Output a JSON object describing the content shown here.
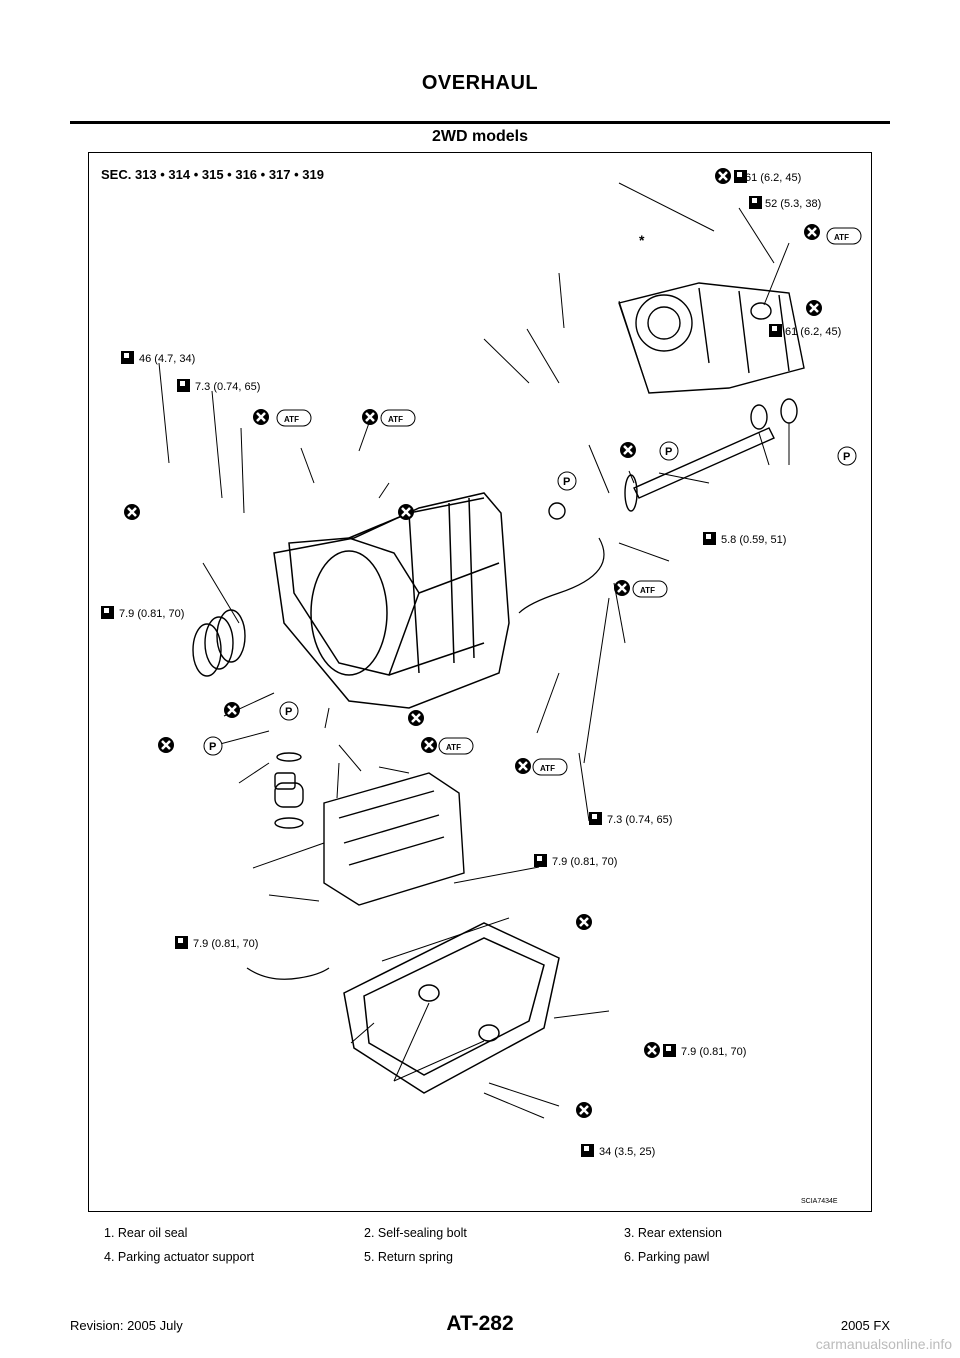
{
  "header": {
    "title": "OVERHAUL",
    "subtitle": "2WD models"
  },
  "figure": {
    "section": "SEC. 313 • 314 • 315 • 316 • 317 • 319",
    "code": "SCIA7434E",
    "torques": [
      "61 (6.2, 45)",
      "52 (5.3, 38)",
      "61 (6.2, 45)",
      "46 (4.7, 34)",
      "7.3 (0.74, 65)",
      "5.8 (0.59, 51)",
      "7.9 (0.81, 70)",
      "7.3 (0.74, 65)",
      "7.9 (0.81, 70)",
      "7.9 (0.81, 70)",
      "7.9 (0.81, 70)",
      "34 (3.5, 25)"
    ],
    "atf_label": "ATF",
    "p_label": "P",
    "star_mark": "*"
  },
  "legend": [
    [
      "1. Rear oil seal",
      "2. Self-sealing bolt",
      "3. Rear extension"
    ],
    [
      "4. Parking actuator support",
      "5. Return spring",
      "6. Parking pawl"
    ]
  ],
  "footer": {
    "revision": "Revision: 2005 July",
    "page": "AT-282",
    "model": "2005 FX"
  },
  "watermark": "carmanualsonline.info"
}
